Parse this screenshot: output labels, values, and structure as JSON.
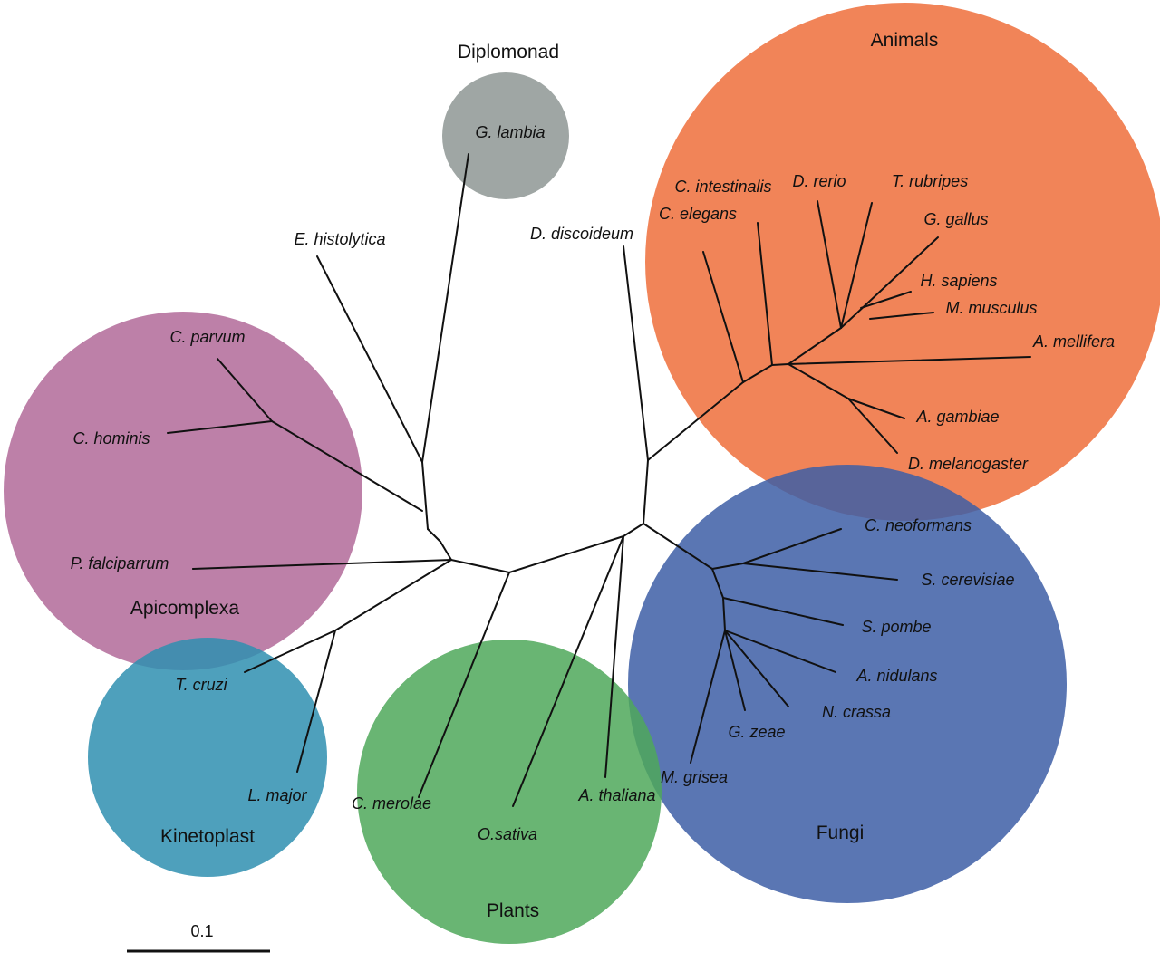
{
  "groups": {
    "diplomonad": {
      "label": "Diplomonad",
      "color": "#9aa19f"
    },
    "animals": {
      "label": "Animals",
      "color": "#f07a4a"
    },
    "apicomplexa": {
      "label": "Apicomplexa",
      "color": "#b26a99"
    },
    "kinetoplast": {
      "label": "Kinetoplast",
      "color": "#2f8fb0"
    },
    "plants": {
      "label": "Plants",
      "color": "#4fa85a"
    },
    "fungi": {
      "label": "Fungi",
      "color": "#3d5ea6"
    }
  },
  "species": {
    "g_lambia": "G. lambia",
    "e_histolytica": "E. histolytica",
    "d_discoideum": "D. discoideum",
    "c_intestinalis": "C. intestinalis",
    "c_elegans": "C. elegans",
    "d_rerio": "D. rerio",
    "t_rubripes": "T. rubripes",
    "g_gallus": "G. gallus",
    "h_sapiens": "H. sapiens",
    "m_musculus": "M. musculus",
    "a_mellifera": "A. mellifera",
    "a_gambiae": "A. gambiae",
    "d_melanogaster": "D. melanogaster",
    "c_parvum": "C. parvum",
    "c_hominis": "C. hominis",
    "p_falciparrum": "P. falciparrum",
    "t_cruzi": "T. cruzi",
    "l_major": "L. major",
    "c_merolae": "C. merolae",
    "o_sativa": "O.sativa",
    "a_thaliana": "A. thaliana",
    "c_neoformans": "C. neoformans",
    "s_cerevisiae": "S. cerevisiae",
    "s_pombe": "S. pombe",
    "a_nidulans": "A. nidulans",
    "n_crassa": "N. crassa",
    "g_zeae": "G. zeae",
    "m_grisea": "M. grisea"
  },
  "scale_bar": {
    "label": "0.1"
  }
}
